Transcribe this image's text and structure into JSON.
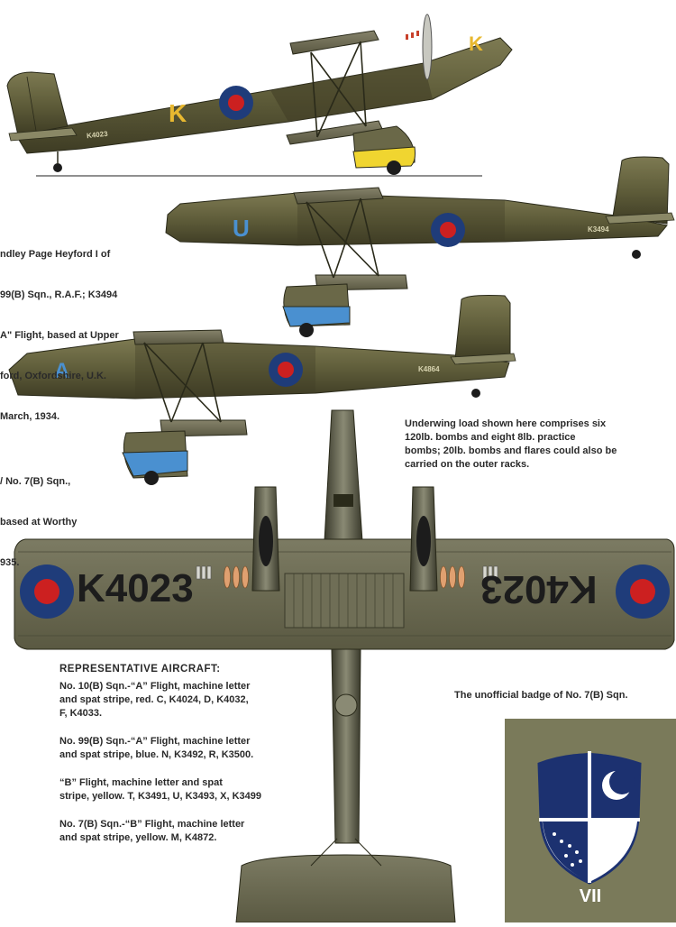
{
  "captions": {
    "heyford_caption_lines": [
      "ndley Page Heyford I of",
      "99(B) Sqn., R.A.F.; K3494",
      "A\" Flight, based at Upper",
      "ford, Oxfordshire, U.K.",
      "March, 1934."
    ],
    "sqn7_caption_lines": [
      "/ No. 7(B) Sqn.,",
      "based at Worthy",
      "935."
    ],
    "underwing_lines": [
      "Underwing load shown here comprises six",
      "120lb. bombs and eight 8lb. practice",
      "bombs; 20lb. bombs and flares could also be",
      "carried on the outer racks."
    ],
    "badge_caption": "The unofficial badge of No. 7(B) Sqn."
  },
  "representative": {
    "heading": "REPRESENTATIVE AIRCRAFT:",
    "entries": [
      {
        "lines": [
          "No. 10(B) Sqn.-“A” Flight, machine letter",
          "and spat stripe, red. C, K4024, D, K4032,",
          "F, K4033."
        ]
      },
      {
        "lines": [
          "No. 99(B) Sqn.-“A” Flight, machine letter",
          "and spat stripe, blue. N, K3492, R, K3500."
        ]
      },
      {
        "lines": [
          "“B” Flight, machine letter and spat",
          "stripe, yellow. T, K3491, U, K3493, X, K3499"
        ]
      },
      {
        "lines": [
          "No. 7(B) Sqn.-“B” Flight, machine letter",
          "and spat stripe, yellow. M, K4872."
        ]
      }
    ]
  },
  "markings": {
    "aircraft1_letter": "K",
    "aircraft2_letter": "U",
    "aircraft3_letter": "A",
    "wing_serial_left": "K4023",
    "wing_serial_right": "K4023",
    "fuselage_serial_1": "K4023",
    "fuselage_serial_2": "K3494",
    "fuselage_serial_3": "K4864",
    "badge_numeral": "VII"
  },
  "colors": {
    "airframe_green": "#5f5d3a",
    "airframe_dark": "#3f3d24",
    "underside_grey": "#6a6a56",
    "roundel_blue": "#1f3c7a",
    "roundel_red": "#cc2020",
    "yellow_letter": "#e8b830",
    "spat_yellow": "#f0d530",
    "spat_blue": "#4a90d0",
    "badge_bg": "#7a7a5a",
    "shield_blue": "#1c3170"
  }
}
